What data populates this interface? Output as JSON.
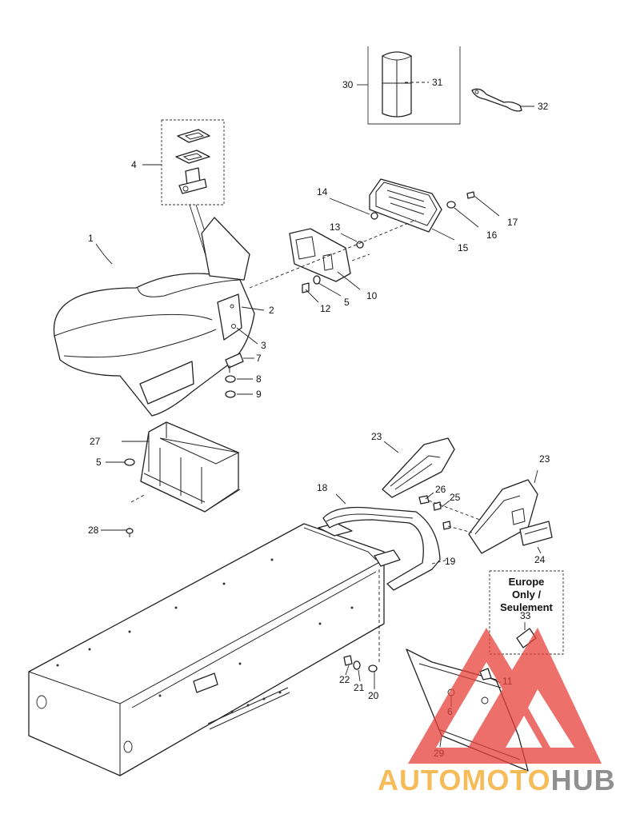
{
  "callouts": {
    "c1": "1",
    "c2": "2",
    "c3": "3",
    "c4": "4",
    "c5a": "5",
    "c5b": "5",
    "c6": "6",
    "c7": "7",
    "c8": "8",
    "c9": "9",
    "c10": "10",
    "c11": "11",
    "c12": "12",
    "c13": "13",
    "c14": "14",
    "c15": "15",
    "c16": "16",
    "c17": "17",
    "c18": "18",
    "c19": "19",
    "c20": "20",
    "c21": "21",
    "c22": "22",
    "c23a": "23",
    "c23b": "23",
    "c24": "24",
    "c25": "25",
    "c26": "26",
    "c27": "27",
    "c28": "28",
    "c29": "29",
    "c30": "30",
    "c31": "31",
    "c32": "32",
    "c33": "33"
  },
  "note": {
    "line1": "Europe",
    "line2": "Only /",
    "line3": "Seulement"
  },
  "watermark": {
    "part1": "AUTOMOTO",
    "part2": "HUB",
    "color_orange": "#f5a623",
    "color_red": "#e8403a",
    "color_gray": "#6b6b6b"
  }
}
